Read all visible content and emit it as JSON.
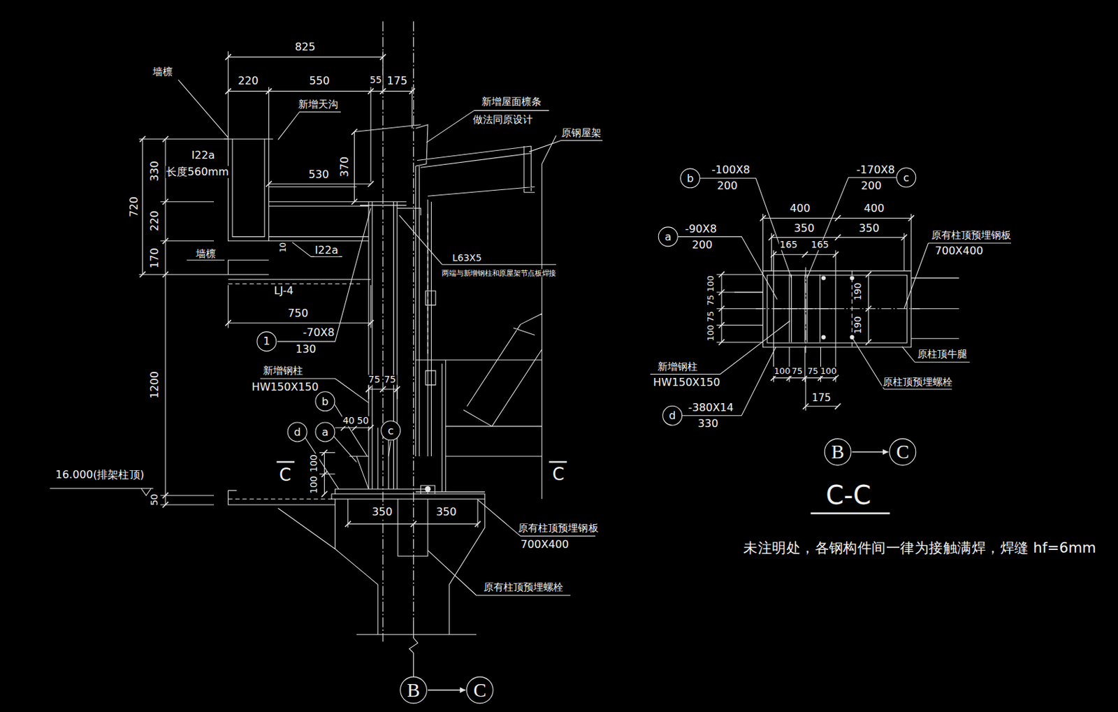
{
  "diagram": {
    "nodes": [
      {
        "text": [
          "1"
        ]
      },
      {
        "text": [
          "b"
        ]
      },
      {
        "text": [
          "d"
        ]
      },
      {
        "text": [
          "a"
        ]
      },
      {
        "text": [
          "c"
        ]
      },
      {
        "text": [
          "B"
        ]
      },
      {
        "text": [
          "C"
        ]
      },
      {
        "text": [
          "b"
        ]
      },
      {
        "text": [
          "c"
        ]
      },
      {
        "text": [
          "a"
        ]
      },
      {
        "text": [
          "d"
        ]
      },
      {
        "text": [
          "B"
        ]
      },
      {
        "text": [
          "C"
        ]
      }
    ],
    "edges": [
      {
        "from": 5,
        "to": 6,
        "arrow": "to"
      },
      {
        "from": 11,
        "to": 12,
        "arrow": "to"
      }
    ],
    "labels": [
      "825",
      "220",
      "550",
      "55",
      "175",
      "墙檩",
      "新增天沟",
      "新增屋面檩条",
      "做法同原设计",
      "原钢屋架",
      "I22a",
      "长度560mm",
      "720",
      "330",
      "220",
      "170",
      "1200",
      "50",
      "530",
      "370",
      "墙檩",
      "I22a",
      "10",
      "L63X5",
      "两端与新增钢柱和原屋架节点板焊接",
      "LJ-4",
      "750",
      "-70X8",
      "130",
      "新增钢柱",
      "HW150X150",
      "75",
      "75",
      "40",
      "50",
      "100",
      "100",
      "C",
      "C",
      "16.000(排架柱顶)",
      "350",
      "350",
      "原有柱顶预埋钢板",
      "700X400",
      "原有柱顶预埋螺栓",
      "-100X8",
      "200",
      "-170X8",
      "200",
      "400",
      "400",
      "350",
      "350",
      "165",
      "165",
      "-90X8",
      "200",
      "原有柱顶预埋钢板",
      "700X400",
      "100",
      "75",
      "75",
      "100",
      "190",
      "190",
      "原柱顶牛腿",
      "新增钢柱",
      "HW150X150",
      "100",
      "75",
      "75",
      "100",
      "原柱顶预埋螺栓",
      "-380X14",
      "330",
      "175",
      "C-C",
      "未注明处，各钢构件间一律为接触满焊，焊缝 hf=6mm"
    ]
  }
}
